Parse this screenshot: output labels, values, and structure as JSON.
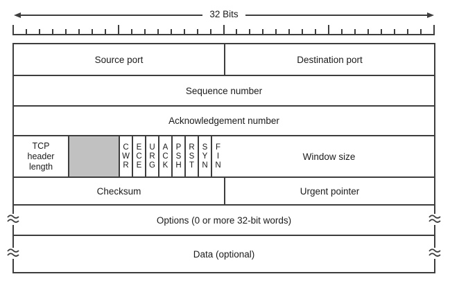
{
  "title": "TCP header layout diagram",
  "header": {
    "label": "32 Bits"
  },
  "ruler": {
    "bits": 32,
    "group_size": 8
  },
  "fields": {
    "source_port": "Source port",
    "destination_port": "Destination port",
    "sequence_number": "Sequence number",
    "acknowledgement_number": "Acknowledgement number",
    "tcp_header_length": "TCP header length",
    "window_size": "Window size",
    "checksum": "Checksum",
    "urgent_pointer": "Urgent pointer",
    "options": "Options (0 or more 32-bit words)",
    "data": "Data (optional)"
  },
  "flags": [
    "CWR",
    "ECE",
    "URG",
    "ACK",
    "PSH",
    "RST",
    "SYN",
    "FIN"
  ],
  "colors": {
    "border": "#3d3d3d",
    "unused_field_fill": "#c1c1c1",
    "text": "#1a1a1a"
  }
}
